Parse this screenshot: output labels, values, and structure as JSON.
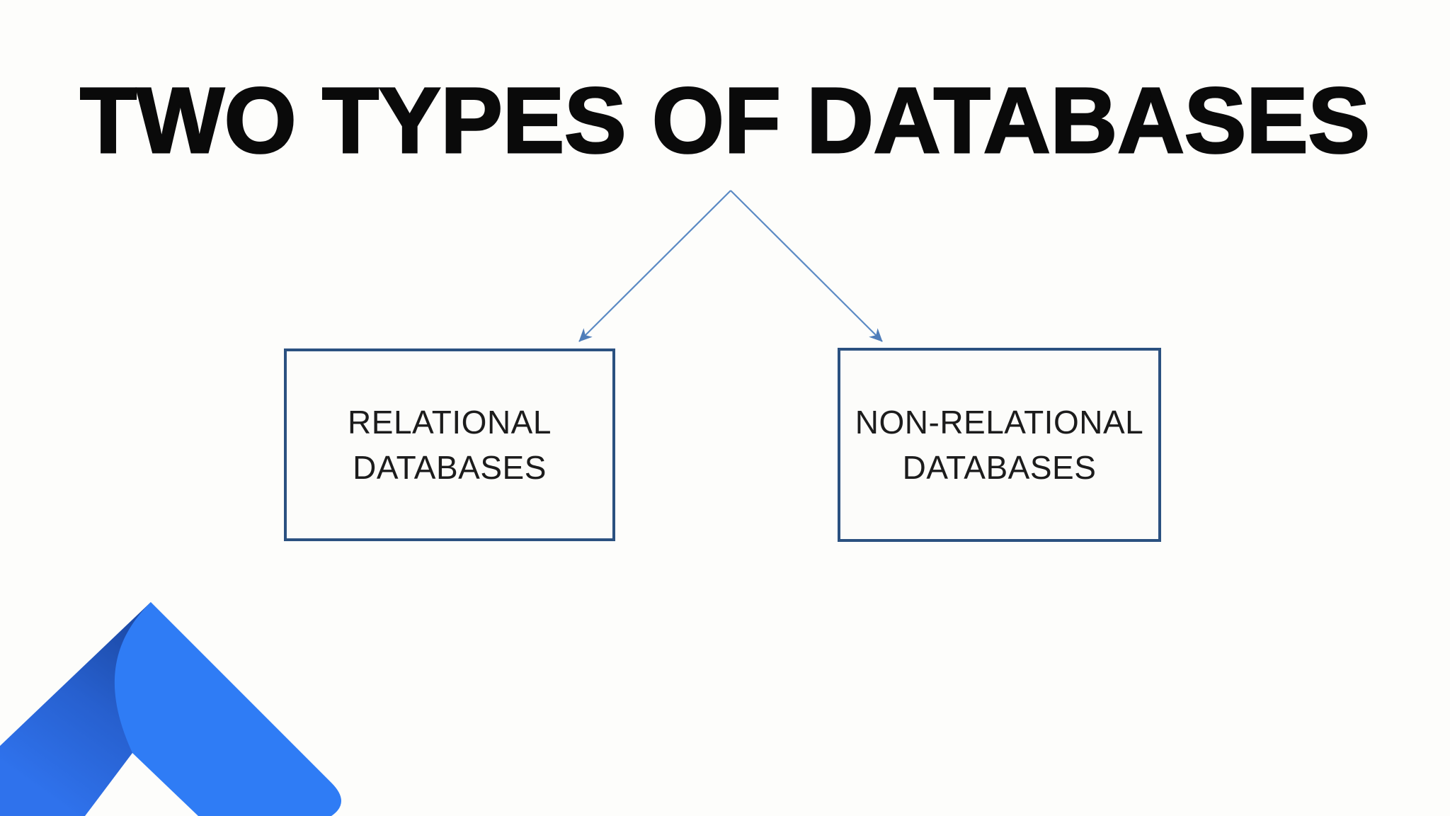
{
  "slide": {
    "title": "TWO TYPES OF DATABASES",
    "nodes": [
      {
        "id": "relational",
        "label": "RELATIONAL\nDATABASES"
      },
      {
        "id": "non-relational",
        "label": "NON-RELATIONAL\nDATABASES"
      }
    ],
    "connector": {
      "style": "two arrows branching from one apex down to each node"
    },
    "icons": [
      {
        "name": "ribbon-chevron-logo",
        "description": "blue folded ribbon chevron in bottom-left corner"
      }
    ],
    "colors": {
      "background": "#fdfdfb",
      "title_text": "#0a0a0a",
      "node_text": "#1c1c1c",
      "node_border": "#2b5180",
      "node_fill": "#fcfcfa",
      "connector_blue": "#4f7db9",
      "logo_bright_blue": "#2f7cf5",
      "logo_dark_blue": "#1d4caa"
    }
  }
}
